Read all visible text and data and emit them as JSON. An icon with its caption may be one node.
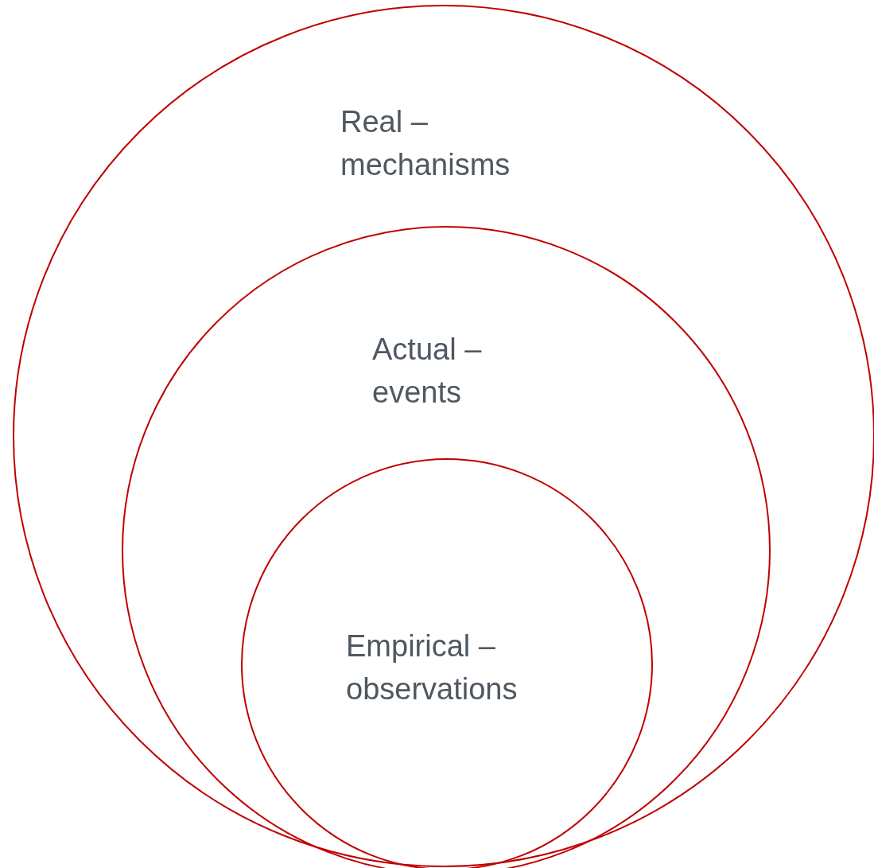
{
  "diagram": {
    "nodes": [
      {
        "text": [
          "Real – mechanisms"
        ]
      },
      {
        "text": [
          "Actual – events"
        ],
        "in": 0
      },
      {
        "text": [
          "Empirical – observations"
        ],
        "in": 1
      }
    ]
  }
}
